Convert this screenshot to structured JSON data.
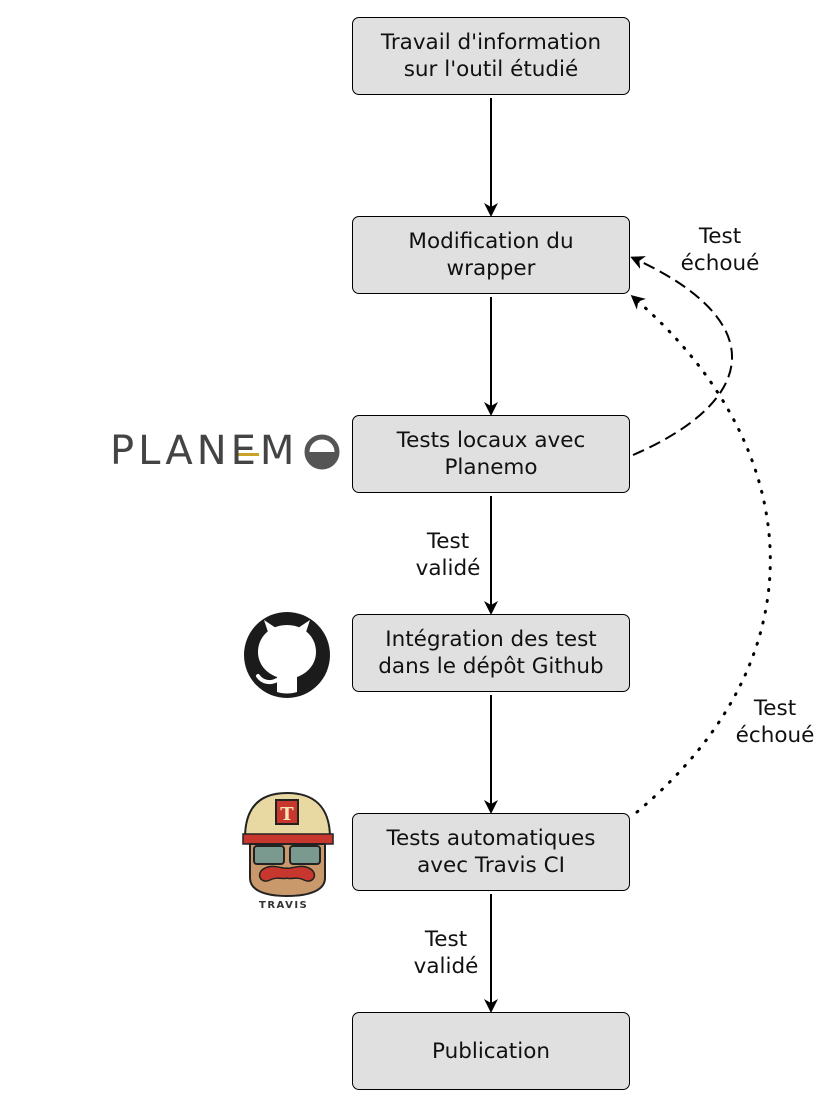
{
  "boxes": {
    "info": "Travail d'information\nsur l'outil étudié",
    "modification": "Modification du\nwrapper",
    "local_tests": "Tests locaux avec\nPlanemo",
    "integration": "Intégration des test\ndans le dépôt Github",
    "auto_tests": "Tests automatiques\navec Travis CI",
    "publication": "Publication"
  },
  "labels": {
    "validated_1": "Test\nvalidé",
    "validated_2": "Test\nvalidé",
    "failed_local": "Test\néchoué",
    "failed_travis": "Test\néchoué"
  },
  "logos": {
    "planemo": "PLANEMO",
    "travis": "TRAVIS",
    "planemo_icon": "planemo-logo",
    "github_icon": "github-logo-icon",
    "travis_icon": "travis-mascot-icon"
  }
}
